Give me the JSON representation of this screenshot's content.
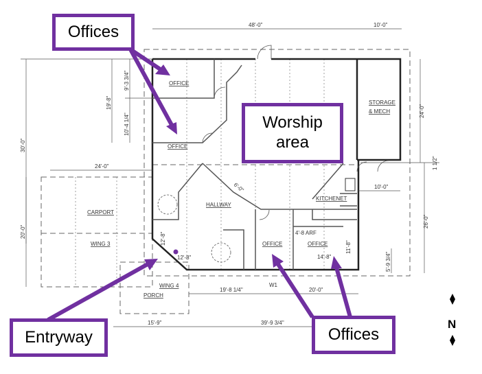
{
  "callouts": {
    "offices_top": "Offices",
    "worship_line1": "Worship",
    "worship_line2": "area",
    "entryway": "Entryway",
    "offices_bottom": "Offices"
  },
  "rooms": {
    "office_1": "OFFICE",
    "office_2": "OFFICE",
    "storage_line1": "STORAGE",
    "storage_line2": "& MECH",
    "hallway": "HALLWAY",
    "kitchenet": "KITCHENET",
    "carport": "CARPORT",
    "wing3": "WING 3",
    "office_3": "OFFICE",
    "office_4": "OFFICE",
    "wing4": "WING 4",
    "porch": "PORCH"
  },
  "dimensions": {
    "top_main": "48'-0\"",
    "top_storage": "10'-0\"",
    "left_total": "30'-0\"",
    "left_offices": "19'-8\"",
    "office1_depth": "9'-3 3/4\"",
    "office2_depth": "10'-4 1/4\"",
    "carport_width": "24'-0\"",
    "carport_depth": "20'-0\"",
    "right_upper": "24'-0\"",
    "right_offset": "1 1/2\"",
    "storage_width": "10'-0\"",
    "right_lower": "26'-0\"",
    "office4_depth": "11'-8\"",
    "right_small": "5'-9 3/4\"",
    "bottom_left": "19'-8 1/4\"",
    "bottom_right": "20'-0\"",
    "porch_width": "15'-9\"",
    "bottom_total": "39'-9 3/4\"",
    "hall_diag": "6'-0\"",
    "entry_width": "12'-8\"",
    "entry_diag": "12'-8\"",
    "office3_note": "4'-8 ARF",
    "office4_width": "14'-8\"",
    "window_tag": "W1"
  },
  "compass": {
    "label": "N"
  },
  "colors": {
    "callout": "#7030a0"
  }
}
